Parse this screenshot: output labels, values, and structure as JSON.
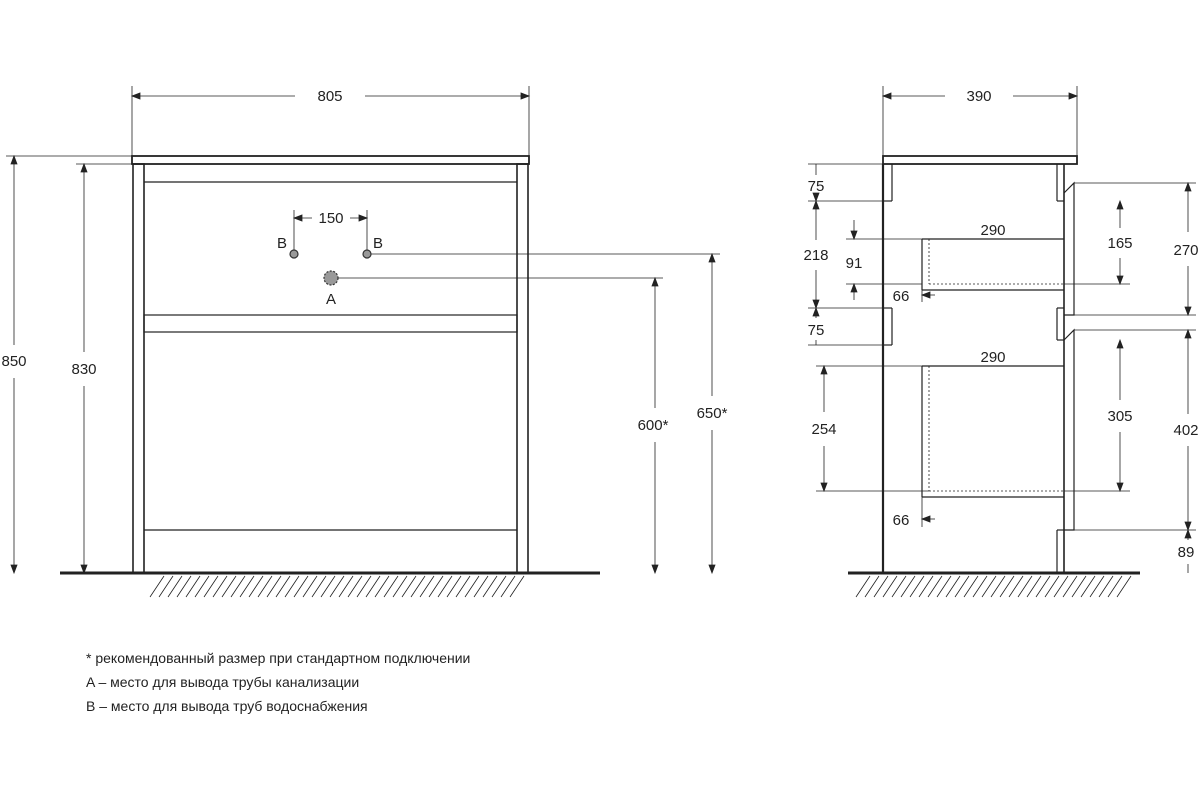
{
  "front_view": {
    "width_label": "805",
    "total_height_label": "850",
    "body_height_label": "830",
    "supply_spacing_label": "150",
    "supply_left_label": "B",
    "supply_right_label": "B",
    "drain_label": "A",
    "drain_height_label": "600*",
    "supply_height_label": "650*"
  },
  "side_view": {
    "depth_label": "390",
    "top_rail_label": "75",
    "upper_section_label": "218",
    "upper_drawer_depth_label": "290",
    "upper_drawer_inner_label": "91",
    "upper_drawer_height_label": "165",
    "upper_front_label": "270",
    "upper_setback_label": "66",
    "middle_rail_label": "75",
    "lower_drawer_depth_label": "290",
    "lower_section_label": "254",
    "lower_drawer_height_label": "305",
    "lower_front_label": "402",
    "lower_setback_label": "66",
    "plinth_label": "89"
  },
  "notes": [
    "* рекомендованный размер при стандартном подключении",
    "A – место для вывода трубы канализации",
    "B – место для вывода труб водоснабжения"
  ]
}
